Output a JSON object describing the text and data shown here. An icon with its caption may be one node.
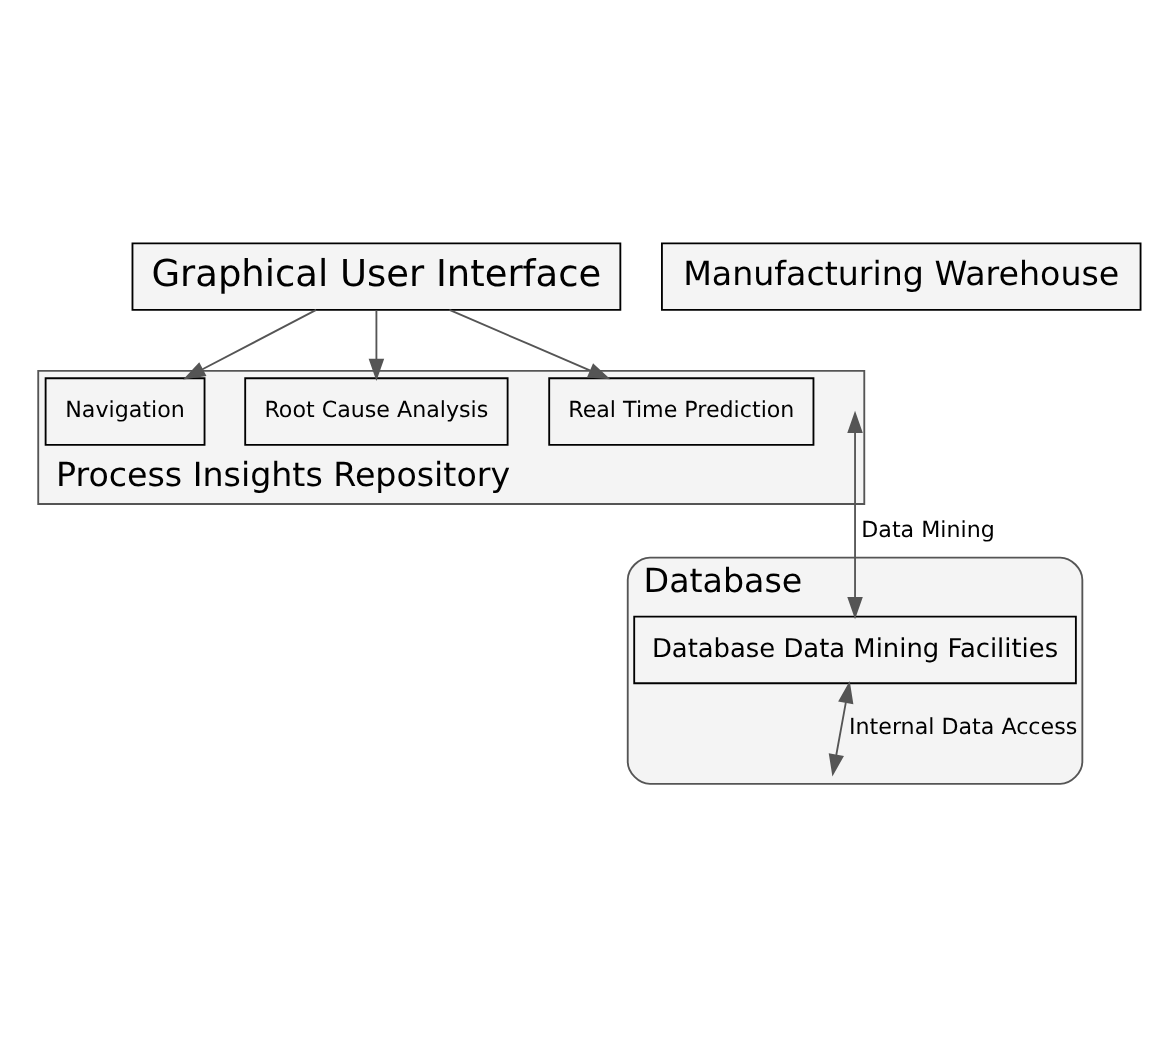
{
  "diagram": {
    "nodes": [
      {
        "text": [
          "Graphical User Interface"
        ]
      },
      {
        "text": [
          "Process Insights Repository"
        ]
      },
      {
        "text": [
          "Navigation"
        ],
        "in": 1
      },
      {
        "text": [
          "Root Cause Analysis"
        ],
        "in": 1
      },
      {
        "text": [
          "Real Time Prediction"
        ],
        "in": 1
      },
      {
        "text": [
          "Manufacturing Warehouse"
        ]
      },
      {
        "text": [
          "Database"
        ]
      },
      {
        "text": [
          "Database Data Mining Facilities"
        ],
        "in": 6
      }
    ],
    "edges": [
      {
        "from": 0,
        "to": 2,
        "arrow": "to"
      },
      {
        "from": 0,
        "to": 3,
        "arrow": "to"
      },
      {
        "from": 0,
        "to": 4,
        "arrow": "to"
      },
      {
        "from": 1,
        "to": 7,
        "arrow": "both",
        "label": "Data Mining"
      },
      {
        "from": 7,
        "to": 6,
        "arrow": "both",
        "label": "Internal Data Access"
      }
    ]
  }
}
